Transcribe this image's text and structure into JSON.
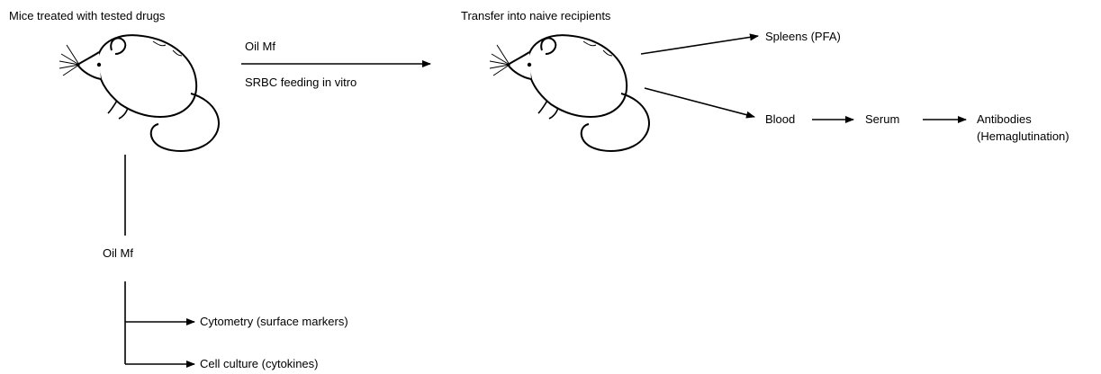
{
  "labels": {
    "donor_title": "Mice treated with tested drugs",
    "recipient_title": "Transfer into naive recipients",
    "transfer_top": "Oil Mf",
    "transfer_bottom": "SRBC feeding in vitro",
    "spleens": "Spleens (PFA)",
    "blood": "Blood",
    "serum": "Serum",
    "antibodies_line1": "Antibodies",
    "antibodies_line2": "(Hemaglutination)",
    "branch_oil": "Oil Mf",
    "cytometry": "Cytometry (surface markers)",
    "cell_culture": "Cell culture (cytokines)"
  },
  "icons": {
    "donor": "mouse-icon",
    "recipient": "mouse-icon"
  }
}
